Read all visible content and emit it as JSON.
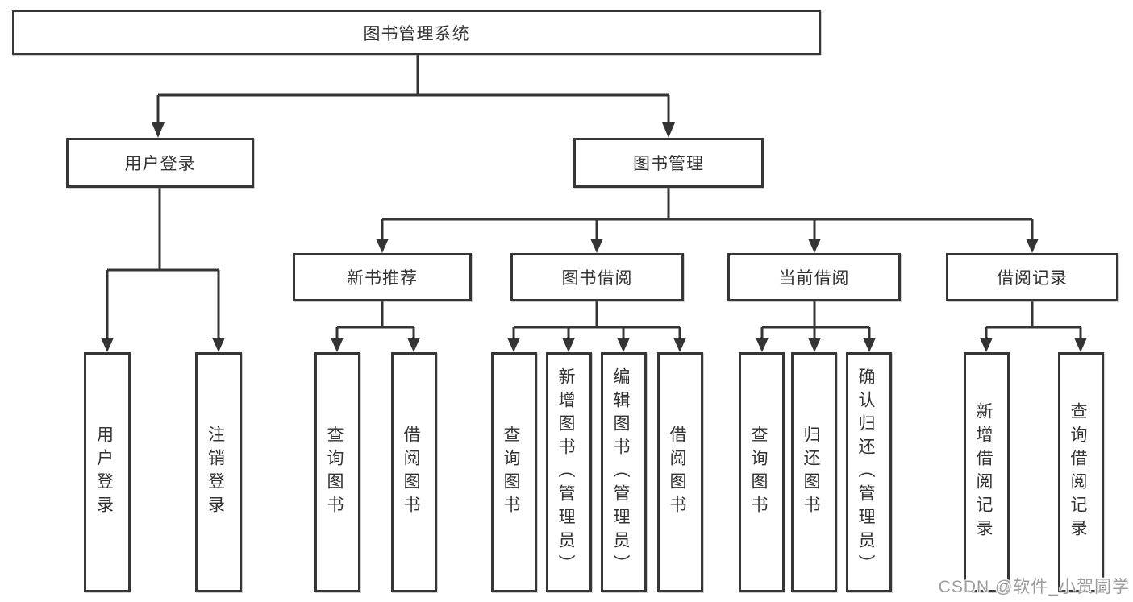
{
  "tree": {
    "label": "图书管理系统",
    "children": [
      {
        "label": "用户登录",
        "children": [
          {
            "label": "用户登录"
          },
          {
            "label": "注销登录"
          }
        ]
      },
      {
        "label": "图书管理",
        "children": [
          {
            "label": "新书推荐",
            "children": [
              {
                "label": "查询图书"
              },
              {
                "label": "借阅图书"
              }
            ]
          },
          {
            "label": "图书借阅",
            "children": [
              {
                "label": "查询图书"
              },
              {
                "label": "新增图书（管理员）"
              },
              {
                "label": "编辑图书（管理员）"
              },
              {
                "label": "借阅图书"
              }
            ]
          },
          {
            "label": "当前借阅",
            "children": [
              {
                "label": "查询图书"
              },
              {
                "label": "归还图书"
              },
              {
                "label": "确认归还（管理员）"
              }
            ]
          },
          {
            "label": "借阅记录",
            "children": [
              {
                "label": "新增借阅记录"
              },
              {
                "label": "查询借阅记录"
              }
            ]
          }
        ]
      }
    ]
  },
  "watermark": {
    "text": "CSDN @软件_小贺同学"
  },
  "colors": {
    "line": "#343434",
    "text": "#333333",
    "watermark": "#9c9c9c"
  }
}
